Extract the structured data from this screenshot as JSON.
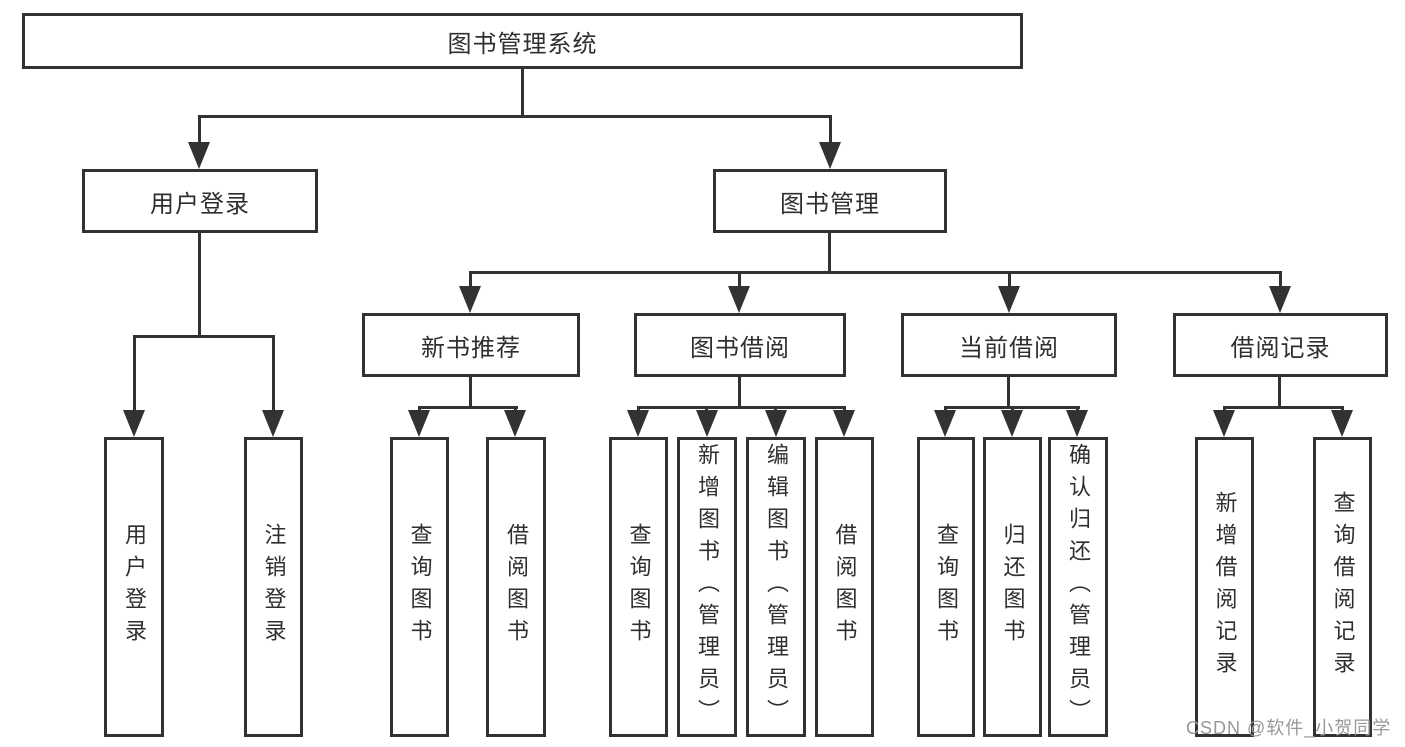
{
  "tree": {
    "root": {
      "label": "图书管理系统"
    },
    "children": [
      {
        "label": "用户登录",
        "children": [
          {
            "label": "用户登录"
          },
          {
            "label": "注销登录"
          }
        ]
      },
      {
        "label": "图书管理",
        "children": [
          {
            "label": "新书推荐",
            "children": [
              {
                "label": "查询图书"
              },
              {
                "label": "借阅图书"
              }
            ]
          },
          {
            "label": "图书借阅",
            "children": [
              {
                "label": "查询图书"
              },
              {
                "label": "新增图书（管理员）"
              },
              {
                "label": "编辑图书（管理员）"
              },
              {
                "label": "借阅图书"
              }
            ]
          },
          {
            "label": "当前借阅",
            "children": [
              {
                "label": "查询图书"
              },
              {
                "label": "归还图书"
              },
              {
                "label": "确认归还（管理员）"
              }
            ]
          },
          {
            "label": "借阅记录",
            "children": [
              {
                "label": "新增借阅记录"
              },
              {
                "label": "查询借阅记录"
              }
            ]
          }
        ]
      }
    ]
  },
  "watermark": "CSDN @软件_小贺同学",
  "colors": {
    "line": "#323232",
    "text": "#2f2f2f",
    "background": "#ffffff",
    "watermark": "#98989c"
  }
}
